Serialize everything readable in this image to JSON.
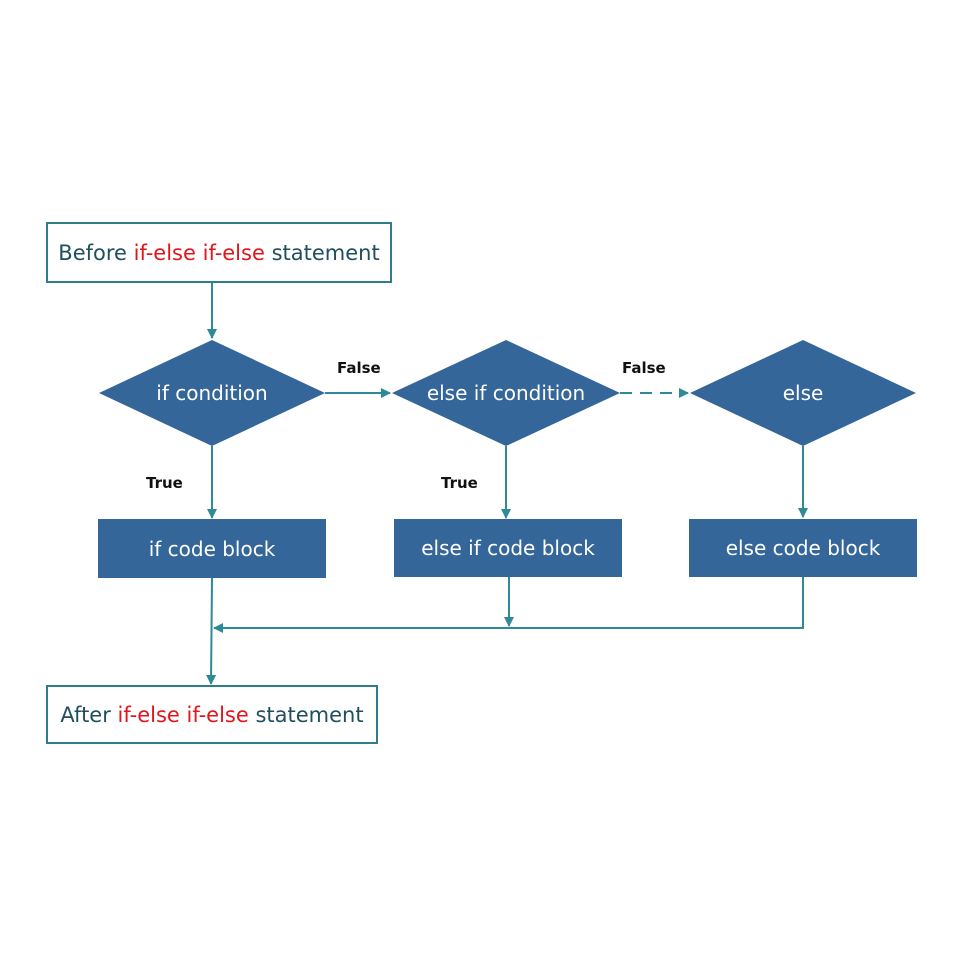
{
  "start_box": {
    "prefix": "Before ",
    "keyword1": "if-else",
    "space": " ",
    "keyword2": "if-else",
    "suffix": " statement"
  },
  "end_box": {
    "prefix": "After ",
    "keyword1": "if-else",
    "space": " ",
    "keyword2": "if-else",
    "suffix": " statement"
  },
  "decisions": {
    "if": "if condition",
    "else_if": "else if condition",
    "else": "else"
  },
  "blocks": {
    "if": "if code block",
    "else_if": "else if code block",
    "else": "else code block"
  },
  "edge_labels": {
    "if_false": "False",
    "else_if_false": "False",
    "if_true": "True",
    "else_if_true": "True"
  },
  "colors": {
    "connector": "#2e8a96",
    "shape_fill": "#346699",
    "keyword": "#e0161c",
    "outline_text": "#1f4e5f"
  }
}
